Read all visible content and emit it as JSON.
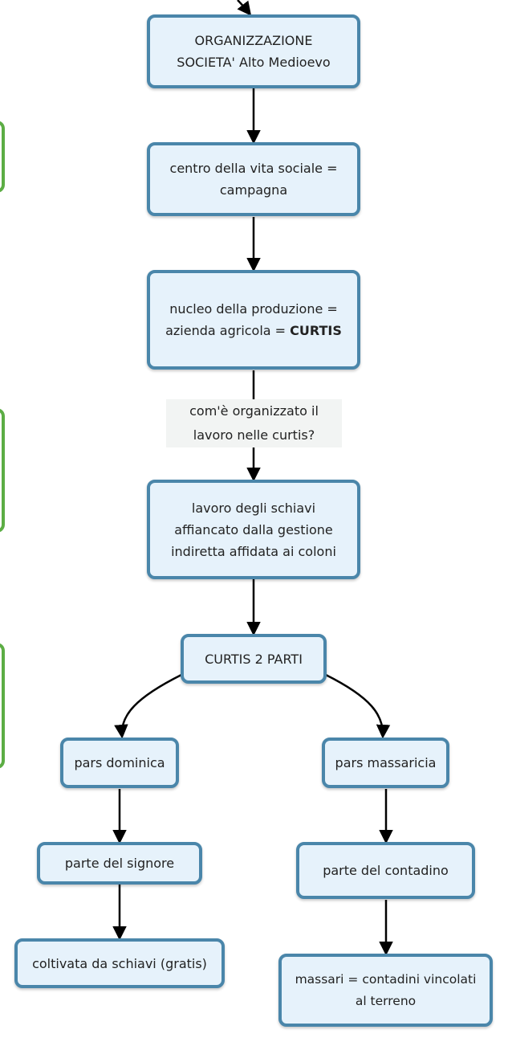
{
  "nodes": {
    "root": {
      "line1": "ORGANIZZAZIONE",
      "line2": "SOCIETA' Alto Medioevo"
    },
    "centro": {
      "line1": "centro della vita sociale =",
      "line2": "campagna"
    },
    "nucleo": {
      "line1": "nucleo della produzione =",
      "line2_prefix": "azienda agricola = ",
      "line2_bold": "CURTIS"
    },
    "lavoro": {
      "line1": "lavoro degli schiavi",
      "line2": "affiancato dalla gestione",
      "line3": "indiretta affidata ai coloni"
    },
    "curtis_parti": {
      "text": "CURTIS 2 PARTI"
    },
    "pars_dominica": {
      "text": "pars dominica"
    },
    "pars_massaricia": {
      "text": "pars massaricia"
    },
    "parte_signore": {
      "text": "parte del signore"
    },
    "parte_contadino": {
      "text": "parte del contadino"
    },
    "coltivata": {
      "text": "coltivata da schiavi (gratis)"
    },
    "massari": {
      "line1": "massari = contadini vincolati",
      "line2": "al terreno"
    }
  },
  "link_label": {
    "line1": "com'è organizzato il",
    "line2": "lavoro nelle curtis?"
  },
  "colors": {
    "node_fill": "#e6f2fb",
    "node_border": "#4a86aa",
    "bracket": "#5cad44",
    "edge": "#000000",
    "label_bg": "#f2f4f3"
  }
}
